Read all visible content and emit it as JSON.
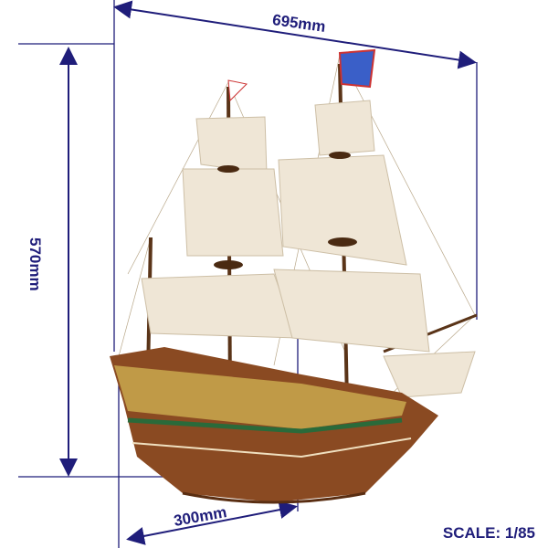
{
  "dimensions": {
    "length": "695mm",
    "height": "570mm",
    "width": "300mm"
  },
  "scale": "SCALE: 1/85",
  "colors": {
    "annotation": "#1f1d7a",
    "hull": "#8a4a22",
    "sail": "#efe6d6"
  }
}
